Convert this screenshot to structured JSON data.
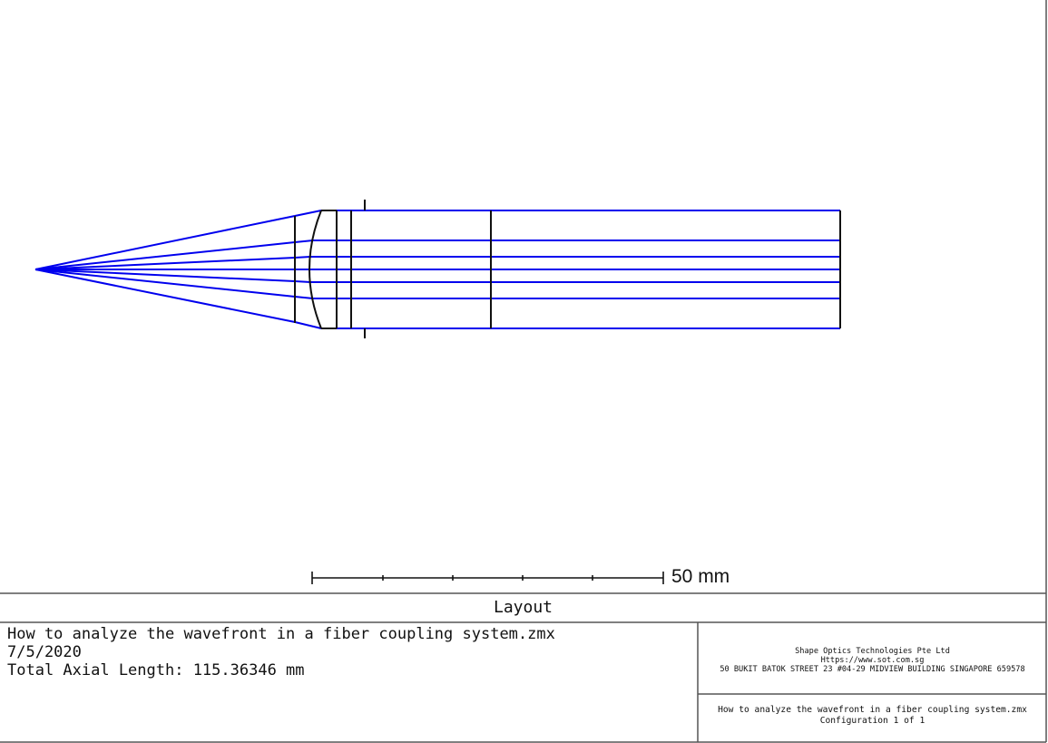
{
  "plot": {
    "type": "optical_layout_2d",
    "ray_color": "#0000ee",
    "surface_color": "#111111",
    "scale_bar": {
      "label": "50 mm",
      "ticks": 5
    }
  },
  "footer": {
    "title": "Layout",
    "left": {
      "filename": "How to analyze the wavefront in a fiber coupling system.zmx",
      "date": "7/5/2020",
      "total_axial_length": "Total Axial Length:  115.36346 mm"
    },
    "company": {
      "name": "Shape Optics Technologies Pte Ltd",
      "url": "Https://www.sot.com.sg",
      "address": "50 BUKIT BATOK STREET 23 #04-29 MIDVIEW BUILDING SINGAPORE 659578"
    },
    "file": {
      "filename": "How to analyze the wavefront in a fiber coupling system.zmx",
      "configuration": "Configuration 1 of 1"
    }
  }
}
